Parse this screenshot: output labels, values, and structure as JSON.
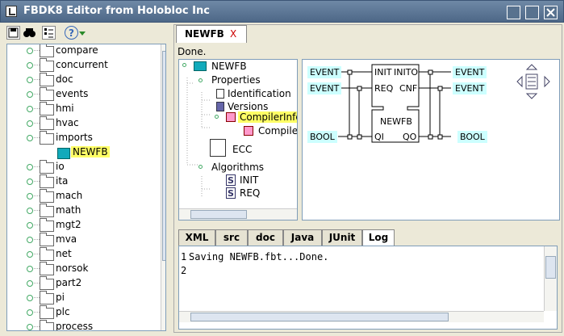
{
  "window": {
    "title": "FBDK8 Editor from Holobloc Inc"
  },
  "toolbar": {
    "icons": [
      "save-icon",
      "binoculars-icon",
      "checklist-icon",
      "help-icon"
    ]
  },
  "library_tree": [
    {
      "label": "compare"
    },
    {
      "label": "concurrent"
    },
    {
      "label": "doc"
    },
    {
      "label": "events"
    },
    {
      "label": "hmi"
    },
    {
      "label": "hvac"
    },
    {
      "label": "imports"
    },
    {
      "label": "NEWFB",
      "selected": true,
      "child": true
    },
    {
      "label": "io"
    },
    {
      "label": "ita"
    },
    {
      "label": "mach"
    },
    {
      "label": "math"
    },
    {
      "label": "mgt2"
    },
    {
      "label": "mva"
    },
    {
      "label": "net"
    },
    {
      "label": "norsok"
    },
    {
      "label": "part2"
    },
    {
      "label": "pi"
    },
    {
      "label": "plc"
    },
    {
      "label": "process"
    }
  ],
  "editor": {
    "tab_label": "NEWFB",
    "tab_close": "X",
    "status": "Done.",
    "fb_tree": {
      "root": "NEWFB",
      "properties": "Properties",
      "identification": "Identification",
      "versions": "Versions",
      "compiler_info": "CompilerInfo",
      "compiler": "Compile",
      "ecc": "ECC",
      "algorithms": "Algorithms",
      "init": "INIT",
      "req": "REQ"
    },
    "diagram": {
      "fb_name": "NEWFB",
      "event_in_1": "EVENT",
      "event_in_2": "EVENT",
      "event_out_1": "EVENT",
      "event_out_2": "EVENT",
      "data_in": "BOOL",
      "data_out": "BOOL",
      "init": "INIT",
      "inito": "INITO",
      "req": "REQ",
      "cnf": "CNF",
      "qi": "QI",
      "qo": "QO"
    },
    "bottom_tabs": [
      "XML",
      "src",
      "doc",
      "Java",
      "JUnit",
      "Log"
    ],
    "active_bottom_tab": "Log",
    "log": {
      "line1_num": "1",
      "line1": "Saving NEWFB.fbt...Done.",
      "line2_num": "2"
    }
  },
  "colors": {
    "selection": "#ffff66",
    "port_bg": "#ccffff",
    "titlebar": "#5a7394"
  }
}
